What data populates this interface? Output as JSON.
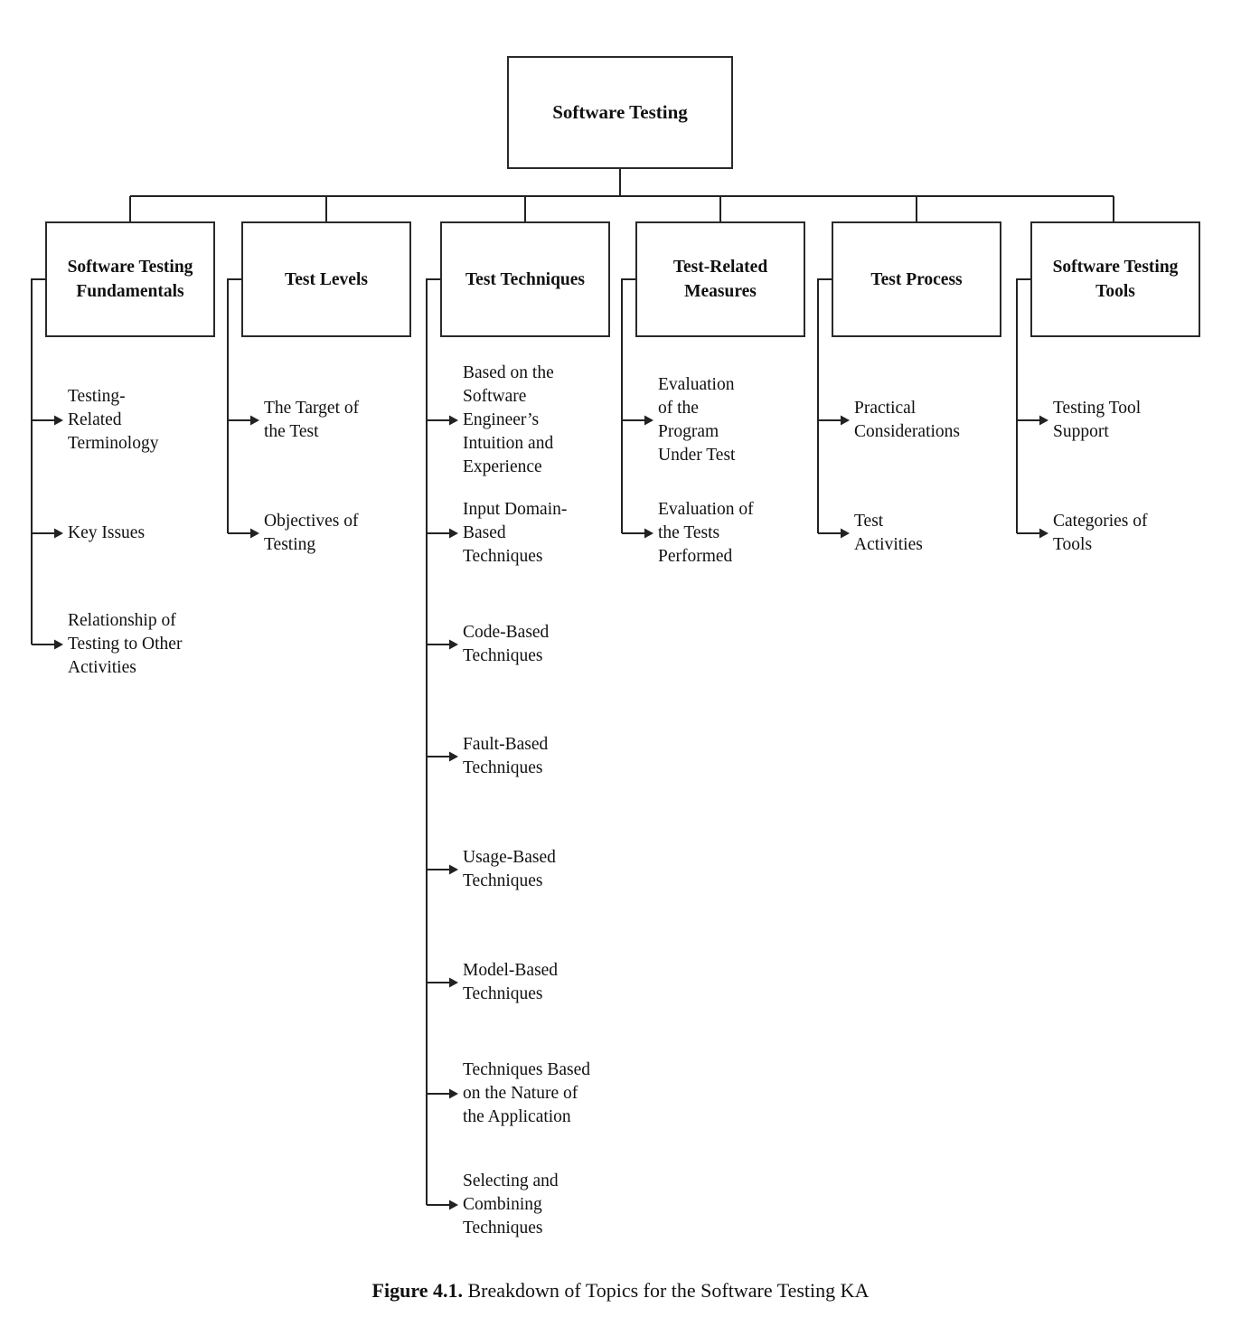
{
  "figure": {
    "root": {
      "label": "Software Testing"
    },
    "columns": [
      {
        "title": "Software Testing\nFundamentals",
        "leaves": [
          "Testing-\nRelated\nTerminology",
          "Key Issues",
          "Relationship of\nTesting to Other\nActivities"
        ]
      },
      {
        "title": "Test Levels",
        "leaves": [
          "The Target of\nthe Test",
          "Objectives of\nTesting"
        ]
      },
      {
        "title": "Test Techniques",
        "leaves": [
          "Based on the\nSoftware\nEngineer’s\nIntuition and\nExperience",
          "Input Domain-\nBased\nTechniques",
          "Code-Based\nTechniques",
          "Fault-Based\nTechniques",
          "Usage-Based\nTechniques",
          "Model-Based\nTechniques",
          "Techniques Based\non the Nature of\nthe Application",
          "Selecting and\nCombining\nTechniques"
        ]
      },
      {
        "title": "Test-Related\nMeasures",
        "leaves": [
          "Evaluation\nof the\nProgram\nUnder Test",
          "Evaluation of\nthe Tests\nPerformed"
        ]
      },
      {
        "title": "Test Process",
        "leaves": [
          "Practical\nConsiderations",
          "Test\nActivities"
        ]
      },
      {
        "title": "Software Testing\nTools",
        "leaves": [
          "Testing Tool\nSupport",
          "Categories of\nTools"
        ]
      }
    ],
    "caption": {
      "bold": "Figure 4.1.",
      "rest": " Breakdown of Topics for the Software Testing KA"
    },
    "line_color": "#222222"
  }
}
